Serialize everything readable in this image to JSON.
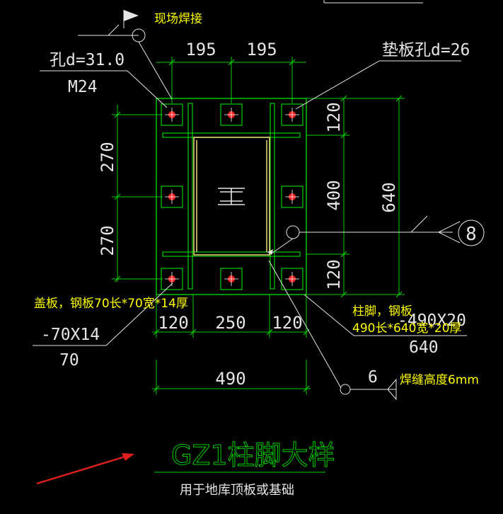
{
  "annotations": {
    "field_weld": "现场焊接",
    "hole_d": "孔d=31.0",
    "bolt": "M24",
    "washer_hole": "垫板孔d=26",
    "cover_plate": "盖板，钢板70长*70宽*14厚",
    "plate_section": "-70X14",
    "plate_width": "70",
    "base_plate_title": "柱脚，钢板",
    "base_plate_size": "490长*640宽*20厚",
    "base_plate_section": "-490X20",
    "base_plate_width": "640",
    "weld_height": "焊缝高度6mm",
    "weld_size": "6",
    "detail_no": "8",
    "title": "GZ1柱脚大样",
    "subtitle": "用于地库顶板或基础"
  },
  "dims": {
    "top_left": "195",
    "top_right": "195",
    "left_top": "270",
    "left_bottom": "270",
    "right_top": "120",
    "right_mid": "400",
    "right_bottom": "120",
    "right_total": "640",
    "bottom_left": "120",
    "bottom_mid": "250",
    "bottom_right": "120",
    "bottom_total": "490"
  },
  "colors": {
    "geometry": "#00d000",
    "text_white": "#e6e6e6",
    "text_yellow": "#ffff00",
    "bolt": "#ff2020",
    "column": "#f0e07a",
    "arrow": "#e02020"
  }
}
